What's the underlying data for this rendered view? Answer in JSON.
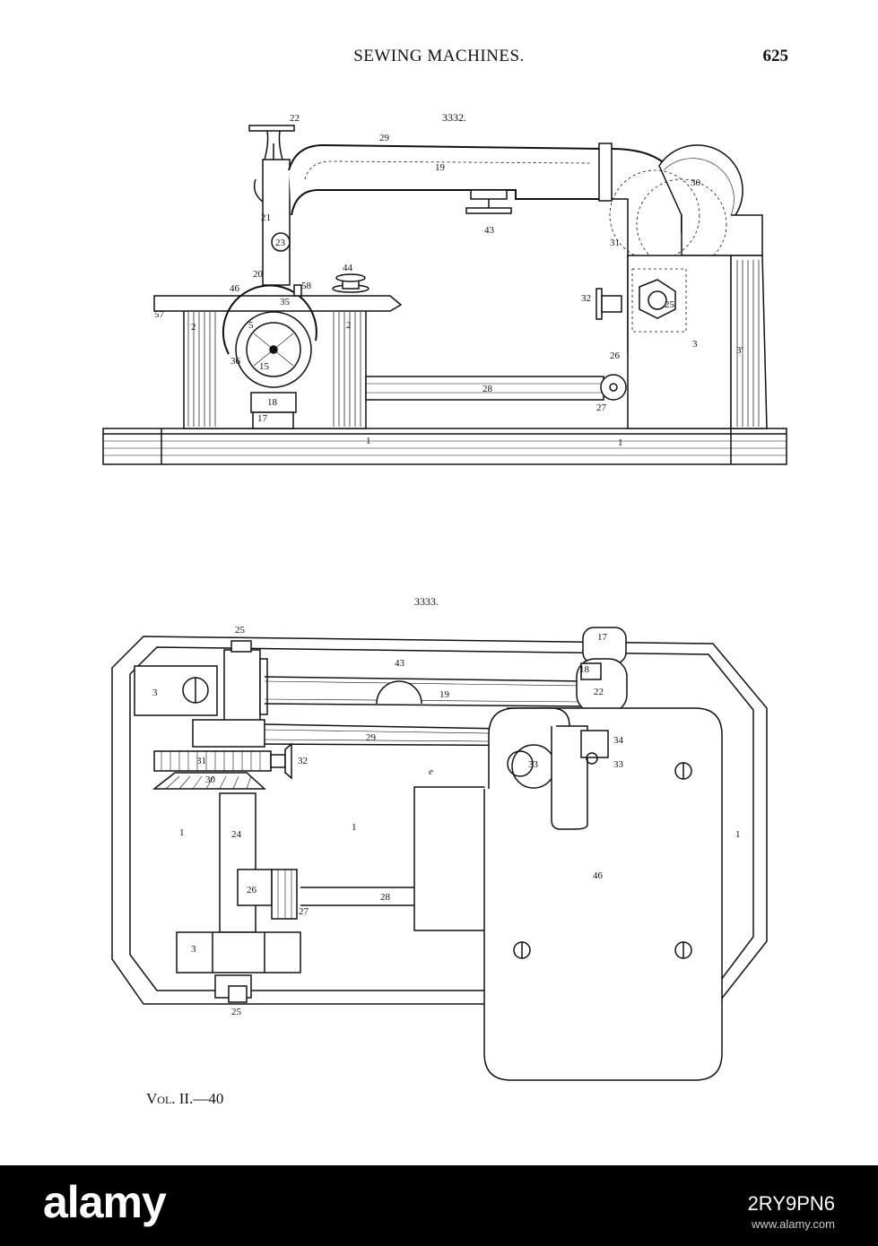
{
  "page": {
    "header_title": "SEWING MACHINES.",
    "page_number": "625",
    "footer_volume": "Vol. II.—40"
  },
  "figure_top": {
    "number": "3332.",
    "labels": {
      "l22": "22",
      "l29": "29",
      "l19": "19",
      "l43": "43",
      "l30": "30",
      "l21": "21",
      "l23": "23",
      "l31": "31",
      "l20": "20",
      "l44": "44",
      "l46": "46",
      "l58": "58",
      "l35": "35",
      "l57": "57",
      "l2a": "2",
      "l2b": "2",
      "l32": "32",
      "l25": "25",
      "l3": "3",
      "l3p": "3'",
      "l5": "5",
      "l15": "15",
      "l36": "36",
      "l26": "26",
      "l28": "28",
      "l18": "18",
      "l27": "27",
      "l17": "17",
      "l1a": "1",
      "l1b": "1"
    }
  },
  "figure_bottom": {
    "number": "3333.",
    "labels": {
      "l25a": "25",
      "l17": "17",
      "l43": "43",
      "l18": "18",
      "l3a": "3",
      "l19": "19",
      "l22": "22",
      "l29": "29",
      "l34": "34",
      "l31": "31",
      "l32": "32",
      "l33a": "33",
      "l33b": "33",
      "le": "e",
      "l30": "30",
      "l1a": "1",
      "l24": "24",
      "l1b": "1",
      "l1c": "1",
      "l46": "46",
      "l26": "26",
      "l28": "28",
      "l27": "27",
      "l3b": "3",
      "l25b": "25"
    }
  },
  "stock_bar": {
    "logo": "alamy",
    "image_id": "2RY9PN6",
    "url": "www.alamy.com"
  }
}
